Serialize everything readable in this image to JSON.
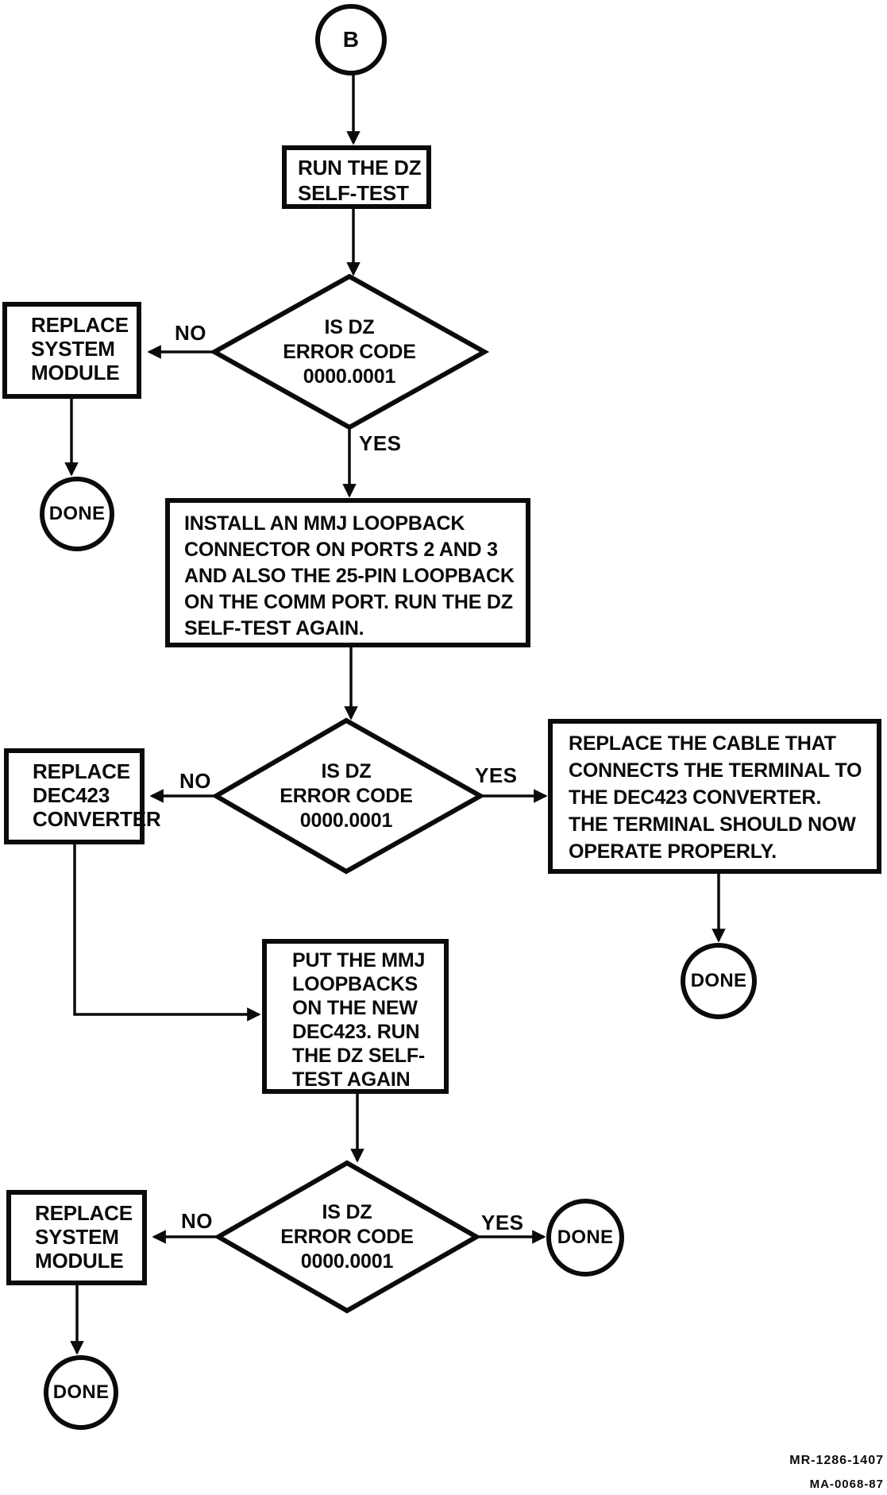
{
  "diagram": {
    "nodes": {
      "connector_b": "B",
      "run_self_test": "RUN THE DZ\nSELF-TEST",
      "decision_1": "IS DZ\nERROR CODE\n0000.0001",
      "replace_system_module_1": "REPLACE\nSYSTEM\nMODULE",
      "done_1": "DONE",
      "install_loopback": "INSTALL AN MMJ LOOPBACK\nCONNECTOR ON PORTS 2 AND 3\nAND ALSO THE 25-PIN LOOPBACK\nON THE COMM PORT. RUN THE DZ\nSELF-TEST AGAIN.",
      "decision_2": "IS DZ\nERROR CODE\n0000.0001",
      "replace_dec423": "REPLACE\nDEC423\nCONVERTER",
      "replace_cable": "REPLACE THE CABLE THAT\nCONNECTS THE TERMINAL TO\nTHE DEC423 CONVERTER.\nTHE TERMINAL SHOULD NOW\nOPERATE PROPERLY.",
      "done_2": "DONE",
      "put_loopbacks": "PUT THE MMJ\nLOOPBACKS\nON THE NEW\nDEC423. RUN\nTHE DZ SELF-\nTEST AGAIN",
      "decision_3": "IS DZ\nERROR CODE\n0000.0001",
      "replace_system_module_2": "REPLACE\nSYSTEM\nMODULE",
      "done_3": "DONE",
      "done_4": "DONE"
    },
    "edge_labels": {
      "no_1": "NO",
      "yes_1": "YES",
      "no_2": "NO",
      "yes_2": "YES",
      "no_3": "NO",
      "yes_3": "YES"
    },
    "footer_codes": [
      "MR-1286-1407",
      "MA-0068-87"
    ],
    "colors": {
      "ink": "#0b0b0b",
      "paper": "#ffffff"
    }
  }
}
